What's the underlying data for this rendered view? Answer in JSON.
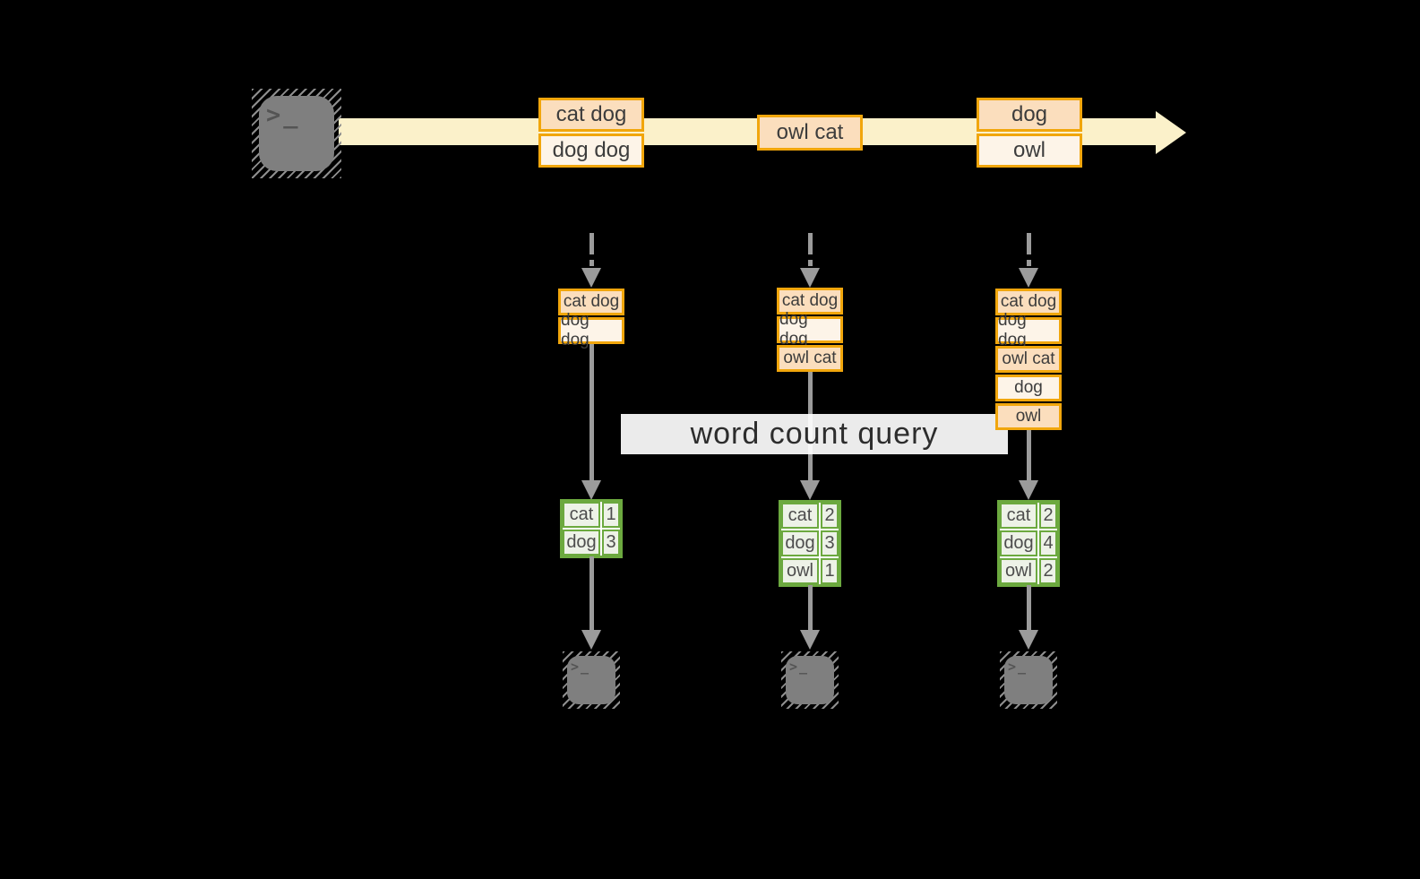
{
  "palette": {
    "background": "#000000",
    "stream_fill": "#FBF1CA",
    "orange_border": "#F1A60C",
    "peach_fill": "#FBDEBD",
    "cream_fill": "#FDF4E8",
    "green_border": "#6CA93F",
    "green_cell_fill": "#EDF2E7",
    "connector_gray": "#9B9B9B",
    "terminal_gray": "#7F7F7F"
  },
  "source_terminal": {
    "glyph": ">_"
  },
  "stream_events": [
    {
      "rows": [
        "cat dog",
        "dog dog"
      ]
    },
    {
      "rows": [
        "owl cat"
      ]
    },
    {
      "rows": [
        "dog",
        "owl"
      ]
    }
  ],
  "query_band": {
    "label": "word count query"
  },
  "columns": [
    {
      "buffer_rows": [
        "cat dog",
        "dog dog"
      ],
      "count_table": {
        "rows": [
          {
            "word": "cat",
            "count": "1"
          },
          {
            "word": "dog",
            "count": "3"
          }
        ]
      },
      "terminal_glyph": ">_"
    },
    {
      "buffer_rows": [
        "cat dog",
        "dog dog",
        "owl cat"
      ],
      "count_table": {
        "rows": [
          {
            "word": "cat",
            "count": "2"
          },
          {
            "word": "dog",
            "count": "3"
          },
          {
            "word": "owl",
            "count": "1"
          }
        ]
      },
      "terminal_glyph": ">_"
    },
    {
      "buffer_rows": [
        "cat dog",
        "dog dog",
        "owl cat",
        "dog",
        "owl"
      ],
      "count_table": {
        "rows": [
          {
            "word": "cat",
            "count": "2"
          },
          {
            "word": "dog",
            "count": "4"
          },
          {
            "word": "owl",
            "count": "2"
          }
        ]
      },
      "terminal_glyph": ">_"
    }
  ]
}
